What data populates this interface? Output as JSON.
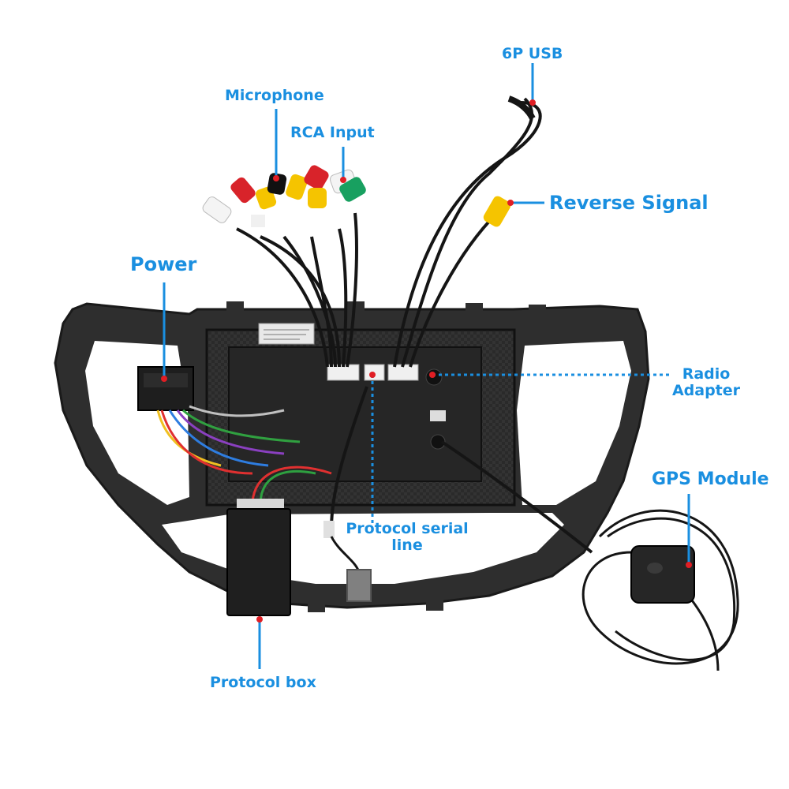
{
  "labels": {
    "usb": "6P USB",
    "microphone": "Microphone",
    "rca_input": "RCA Input",
    "reverse_signal": "Reverse Signal",
    "power": "Power",
    "radio_adapter_line1": "Radio",
    "radio_adapter_line2": "Adapter",
    "gps_module": "GPS Module",
    "protocol_serial_line1": "Protocol serial",
    "protocol_serial_line2": "line",
    "protocol_box": "Protocol box"
  },
  "colors": {
    "label_blue": "#1a8fe0",
    "frame": "#2b2b2b",
    "cable": "#151515"
  }
}
